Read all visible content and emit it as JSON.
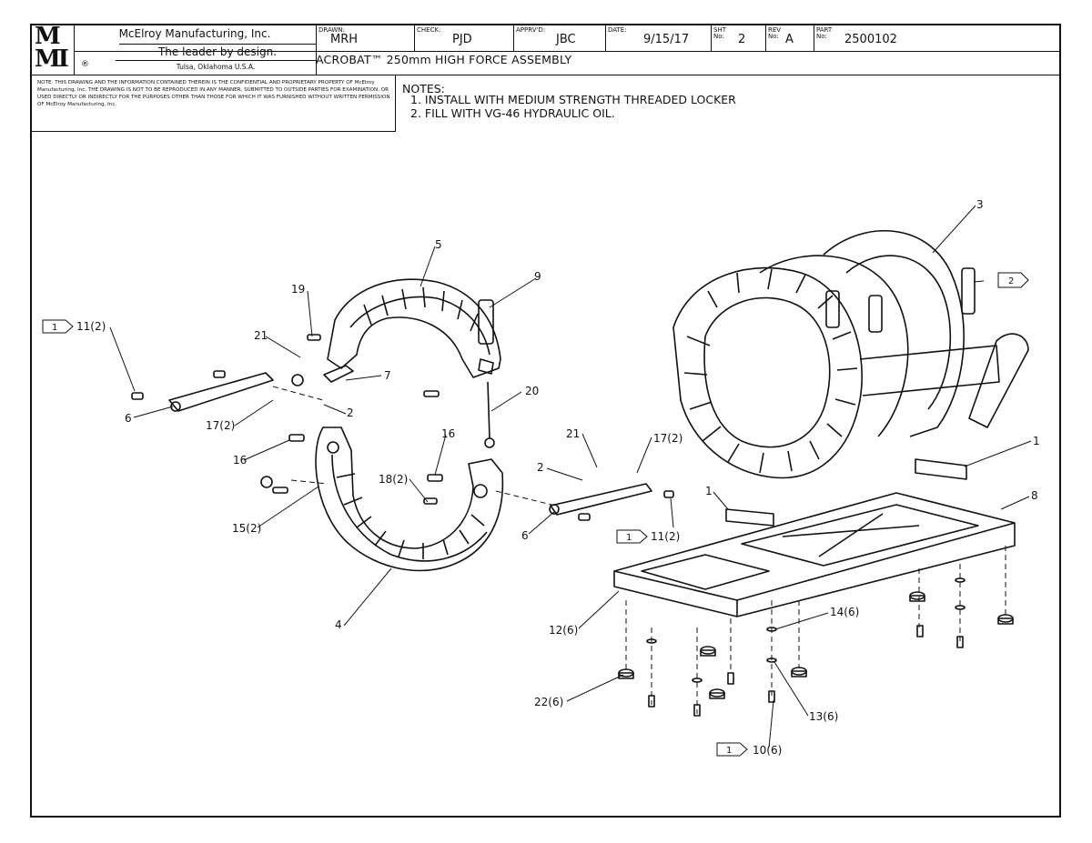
{
  "title_block": {
    "company_name": "McElroy Manufacturing, Inc.",
    "tagline": "The leader by design.",
    "location": "Tulsa, Oklahoma U.S.A.",
    "logo_letters_top": "M",
    "logo_letters_bottom": "MI",
    "registered_mark": "®",
    "drawn_label": "DRAWN:",
    "drawn_value": "MRH",
    "check_label": "CHECK:",
    "check_value": "PJD",
    "approved_label": "APPRV'D:",
    "approved_value": "JBC",
    "date_label": "DATE:",
    "date_value": "9/15/17",
    "sheet_label_1": "SHT",
    "sheet_label_2": "No:",
    "sheet_value": "2",
    "rev_label_1": "REV",
    "rev_label_2": "No:",
    "rev_value": "A",
    "part_label_1": "PART",
    "part_label_2": "No:",
    "part_value": "2500102",
    "drawing_title": "ACROBAT™ 250mm HIGH FORCE ASSEMBLY"
  },
  "notice": "NOTE: THIS DRAWING AND THE INFORMATION CONTAINED THEREIN IS THE CONFIDENTIAL AND PROPRIETARY PROPERTY OF McElroy Manufacturing, Inc. THE DRAWING IS NOT TO BE REPRODUCED IN ANY MANNER, SUBMITTED TO OUTSIDE PARTIES FOR EXAMINATION, OR USED DIRECTLY OR INDIRECTLY FOR THE PURPOSES OTHER THAN THOSE FOR WHICH IT WAS FURNISHED WITHOUT WRITTEN PERMISSION OF McElroy Manufacturing, Inc.",
  "notes": {
    "heading": "NOTES:",
    "items": [
      "1. INSTALL WITH MEDIUM STRENGTH THREADED LOCKER",
      "2. FILL WITH VG-46 HYDRAULIC OIL."
    ]
  },
  "callouts": {
    "c3": "3",
    "c5": "5",
    "c9": "9",
    "c19": "19",
    "c21a": "21",
    "c7": "7",
    "c20": "20",
    "c2a": "2",
    "c6a": "6",
    "c17a": "17(2)",
    "c16a": "16",
    "c16b": "16",
    "c18": "18(2)",
    "c15": "15(2)",
    "c4": "4",
    "c21b": "21",
    "c17b": "17(2)",
    "c2b": "2",
    "c6b": "6",
    "c1a": "1",
    "c1b": "1",
    "c8": "8",
    "c12": "12(6)",
    "c14": "14(6)",
    "c13": "13(6)",
    "c22": "22(6)",
    "c11a": "11(2)",
    "c11b": "11(2)",
    "c10": "10(6)",
    "f1a": "1",
    "f1b": "1",
    "f1c": "1",
    "f2": "2"
  }
}
